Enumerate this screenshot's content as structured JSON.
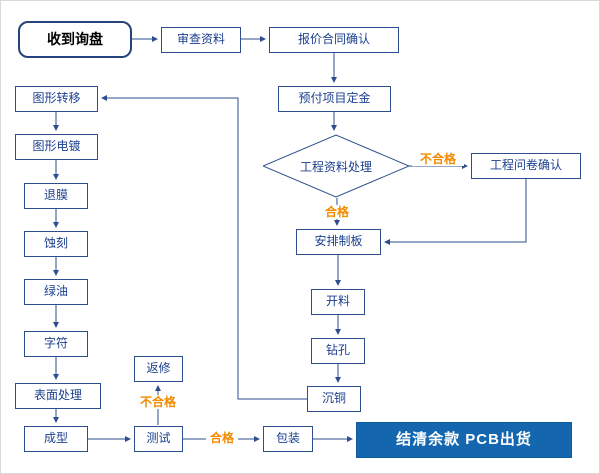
{
  "flowchart": {
    "nodes": {
      "receive_inquiry": "收到询盘",
      "review_documents": "审查资料",
      "quote_contract": "报价合同确认",
      "prepay_deposit": "预付项目定金",
      "engineering_data": "工程资料处理",
      "engineering_questionnaire": "工程问卷确认",
      "schedule_production": "安排制板",
      "cutting": "开料",
      "drilling": "钻孔",
      "copper_deposition": "沉铜",
      "pattern_transfer": "图形转移",
      "pattern_plating": "图形电镀",
      "film_stripping": "退膜",
      "etching": "蚀刻",
      "solder_mask": "绿油",
      "silkscreen": "字符",
      "surface_finish": "表面处理",
      "forming": "成型",
      "repair": "返修",
      "testing": "测试",
      "packing": "包装",
      "final_shipment": "结清余款 PCB出货"
    },
    "labels": {
      "fail_engineering": "不合格",
      "pass_engineering": "合格",
      "fail_testing": "不合格",
      "pass_testing": "合格"
    },
    "colors": {
      "box_border": "#2e4d8e",
      "box_text": "#1b3f8f",
      "connector": "#2e4d8e",
      "highlight_orange": "#f28b00",
      "final_box_bg": "#1467ae",
      "final_box_text": "#ffffff"
    }
  }
}
